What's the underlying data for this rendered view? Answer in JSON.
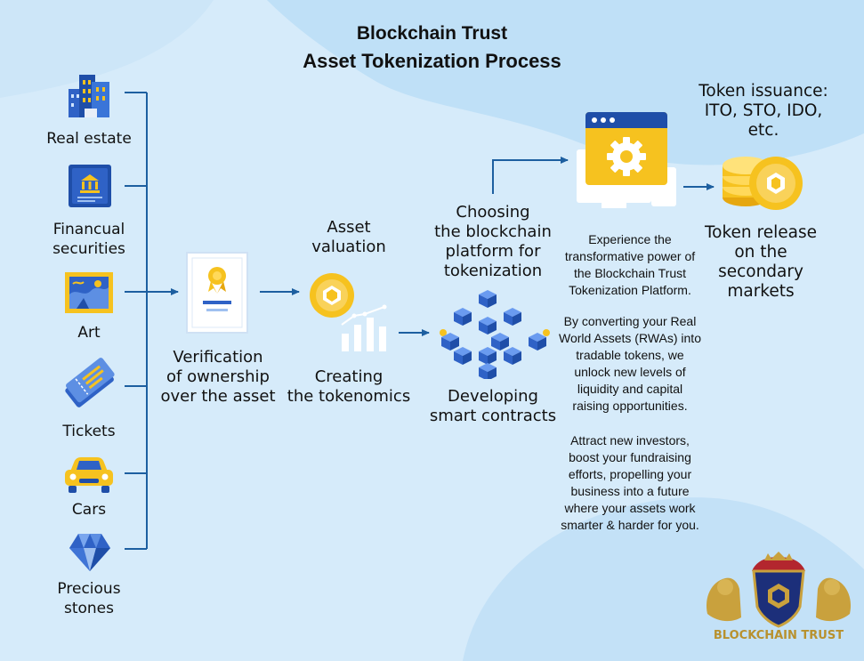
{
  "title": {
    "line1": "Blockchain Trust",
    "line2": "Asset Tokenization Process"
  },
  "assets": [
    {
      "label": "Real estate",
      "icon": "buildings-icon"
    },
    {
      "label": "Financual\nsecurities",
      "icon": "bank-document-icon"
    },
    {
      "label": "Art",
      "icon": "painting-icon"
    },
    {
      "label": "Tickets",
      "icon": "ticket-icon"
    },
    {
      "label": "Cars",
      "icon": "car-icon"
    },
    {
      "label": "Precious\nstones",
      "icon": "gem-icon"
    }
  ],
  "steps": {
    "verification": "Verification\nof ownership\nover the asset",
    "valuation": "Asset\nvaluation",
    "tokenomics": "Creating\nthe tokenomics",
    "choosing": "Choosing\nthe blockchain\nplatform for\ntokenization",
    "smart_contracts": "Developing\nsmart contracts",
    "issuance": "Token issuance:\nITO, STO, IDO,\netc.",
    "release": "Token release\non the\nsecondary\nmarkets"
  },
  "description": {
    "p1": "Experience the\ntransformative power of\nthe Blockchain Trust\nTokenization Platform.",
    "p2": "By converting your Real\nWorld Assets (RWAs) into\ntradable tokens, we\nunlock new levels of\nliquidity and capital\nraising opportunities.",
    "p3": "Attract new investors,\nboost your fundraising\nefforts, propelling your\nbusiness into a future\nwhere your assets work\nsmarter & harder for you."
  },
  "logo": {
    "text": "BLOCKCHAIN TRUST"
  },
  "colors": {
    "background": "#d6ebfa",
    "arrow": "#1d5fa0",
    "blue": "#2f62c6",
    "yellow": "#f6c21f",
    "gold": "#c9a13d"
  }
}
